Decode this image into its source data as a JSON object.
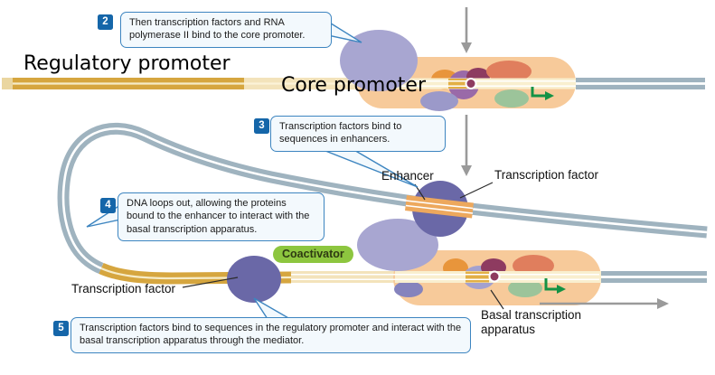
{
  "steps": [
    {
      "number": "2",
      "text": "Then transcription factors and RNA polymerase II bind to the core promoter."
    },
    {
      "number": "3",
      "text": "Transcription factors bind to sequences in enhancers."
    },
    {
      "number": "4",
      "text": "DNA loops out, allowing the proteins bound to the enhancer to interact with the basal transcription apparatus."
    },
    {
      "number": "5",
      "text": "Transcription factors bind to sequences in the regulatory promoter and interact with the basal transcription apparatus through the mediator."
    }
  ],
  "labels": {
    "regulatory_promoter": "Regulatory promoter",
    "core_promoter": "Core promoter",
    "enhancer": "Enhancer",
    "transcription_factor_upper": "Transcription factor",
    "transcription_factor_lower": "Transcription factor",
    "coactivator": "Coactivator",
    "basal_transcription_apparatus": "Basal transcription apparatus"
  },
  "colors": {
    "dna_gold": "#D6A63F",
    "dna_gold_segment": "#E2AF45",
    "dna_tan": "#F3E3BB",
    "dna_cream": "#F9EFCF",
    "dna_blue_gray": "#9FB3BF",
    "complex_orange": "#F7CA9A",
    "polymerase_lavender": "#A8A6D1",
    "transcription_factor_purple": "#6A68A7",
    "enhancer_orange": "#EDA85D",
    "coactivator_green": "#8DC63F",
    "callout_border_blue": "#3D85C0",
    "callout_bg": "#F3F9FD",
    "badge_blue": "#1566A9",
    "start_arrow_green": "#149245",
    "flow_arrow_gray": "#9A9A9A",
    "blob_orange": "#E8953B",
    "blob_plum": "#9A6AA8",
    "blob_maroon": "#8E3B60",
    "blob_salmon": "#E07E5D",
    "blob_green": "#9CC49A",
    "blob_lavender_small": "#9B99C9"
  }
}
